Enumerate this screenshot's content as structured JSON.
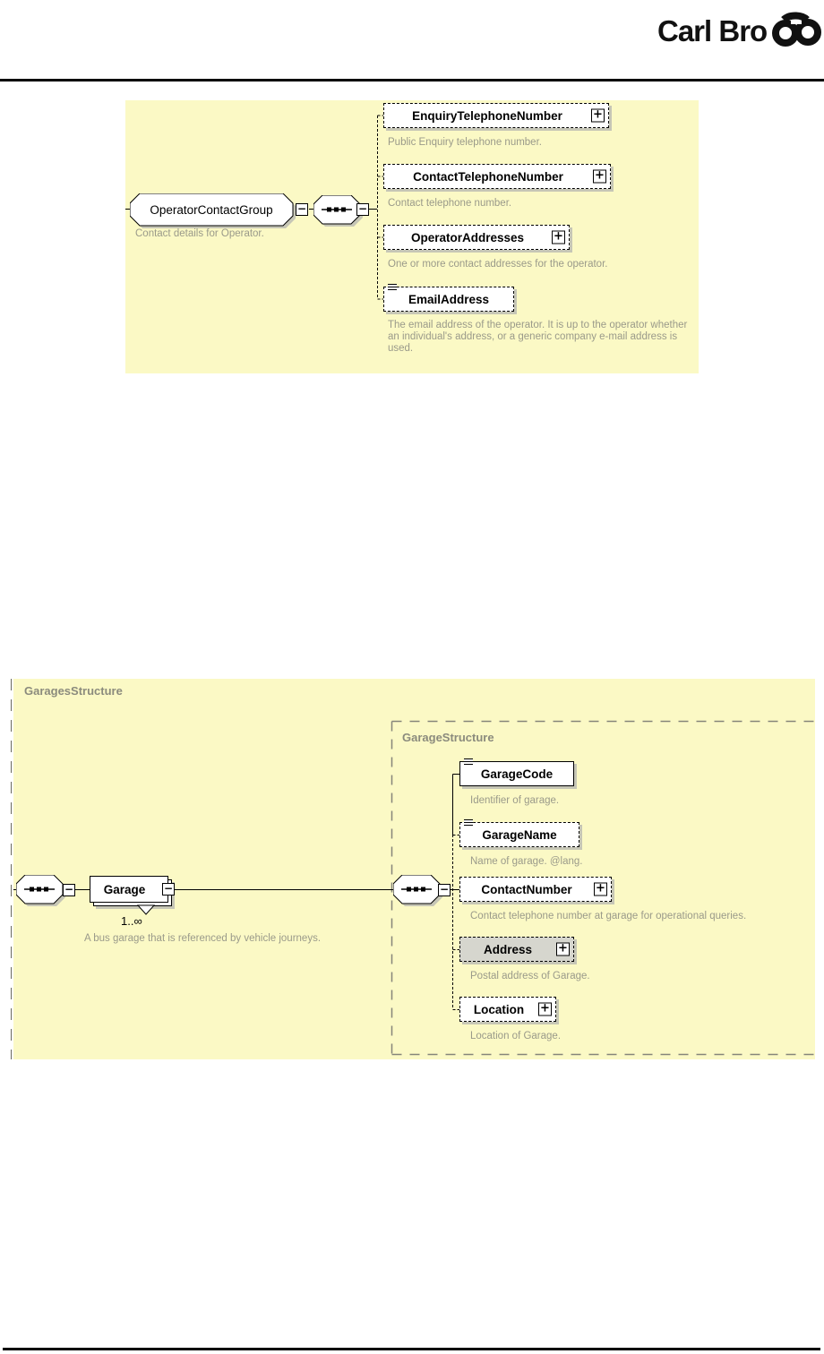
{
  "header": {
    "logo_text": "Carl Bro"
  },
  "icons": {
    "expand": "+",
    "collapse": "−"
  },
  "diagram1": {
    "root": {
      "label": "OperatorContactGroup",
      "caption": "Contact details for Operator."
    },
    "children": [
      {
        "label": "EnquiryTelephoneNumber",
        "caption": "Public Enquiry telephone number."
      },
      {
        "label": "ContactTelephoneNumber",
        "caption": "Contact telephone number."
      },
      {
        "label": "OperatorAddresses",
        "caption": "One or more contact addresses for the operator."
      },
      {
        "label": "EmailAddress",
        "caption": "The email address of the operator. It is up to the operator whether an individual's address, or a generic company e-mail address is used."
      }
    ]
  },
  "diagram2": {
    "title": "GaragesStructure",
    "element": {
      "label": "Garage",
      "multiplicity": "1..∞",
      "caption": "A bus garage that is referenced by vehicle journeys."
    },
    "structure": {
      "title": "GarageStructure",
      "children": [
        {
          "label": "GarageCode",
          "caption": "Identifier of garage."
        },
        {
          "label": "GarageName",
          "caption": "Name of garage. @lang."
        },
        {
          "label": "ContactNumber",
          "caption": "Contact telephone number at garage for operational queries."
        },
        {
          "label": "Address",
          "caption": "Postal address of Garage."
        },
        {
          "label": "Location",
          "caption": "Location of Garage."
        }
      ]
    }
  }
}
